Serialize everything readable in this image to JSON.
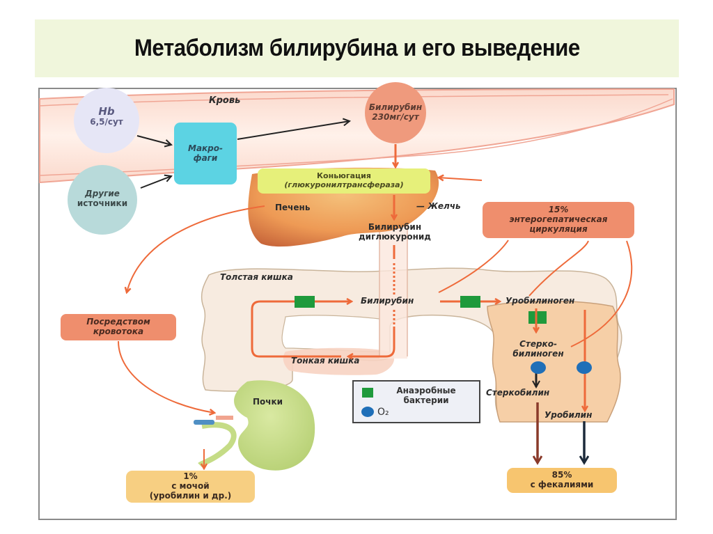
{
  "title": "Метаболизм билирубина и его выведение",
  "colors": {
    "title_bg": "#f0f6dc",
    "arrow_orange": "#ee6a3a",
    "bacteria_green": "#1f9a3c",
    "oxygen_blue": "#1f6fb8",
    "macrophage_cyan": "#5cd3e3",
    "conjugation_yellow": "#e6f07a",
    "salmon_box": "#ef8e6d",
    "output_box": "#f7cf82",
    "kidney_green": "#c5dc86"
  },
  "blood": {
    "label": "Кровь"
  },
  "hb": {
    "line1": "Hb",
    "line2": "6,5/сут"
  },
  "other_sources": {
    "line1": "Другие",
    "line2": "источники"
  },
  "macrophages": {
    "line1": "Макро-",
    "line2": "фаги"
  },
  "bilirubin_blood": {
    "line1": "Билирубин",
    "line2": "230мг/сут"
  },
  "conjugation": {
    "line1": "Коньюгация",
    "line2": "(глюкуронилтрансфераза)"
  },
  "liver": {
    "label": "Печень"
  },
  "bile": {
    "label": "Желчь"
  },
  "bilirubin_diglucuronide": {
    "line1": "Билирубин",
    "line2": "диглюкуронид"
  },
  "enterohepatic": {
    "line1": "15%",
    "line2": "энтерогепатическая",
    "line3": "циркуляция"
  },
  "large_intestine": {
    "label": "Толстая кишка"
  },
  "small_intestine": {
    "label": "Тонкая кишка"
  },
  "bilirubin_gut": {
    "label": "Билирубин"
  },
  "urobilinogen": {
    "label": "Уробилиноген"
  },
  "stercobilinogen": {
    "line1": "Стерко-",
    "line2": "билиноген"
  },
  "stercobilin": {
    "label": "Стеркобилин"
  },
  "urobilin": {
    "label": "Уробилин"
  },
  "bloodstream": {
    "line1": "Посредством",
    "line2": "кровотока"
  },
  "kidneys": {
    "label": "Почки"
  },
  "urine_output": {
    "line1": "1%",
    "line2": "с мочой",
    "line3": "(уробилин и др.)"
  },
  "feces_output": {
    "line1": "85%",
    "line2": "с фекалиями"
  },
  "legend": {
    "items": [
      {
        "icon": "green-square",
        "label": "Анаэробные бактерии"
      },
      {
        "icon": "blue-circle",
        "label": "O₂"
      }
    ]
  }
}
